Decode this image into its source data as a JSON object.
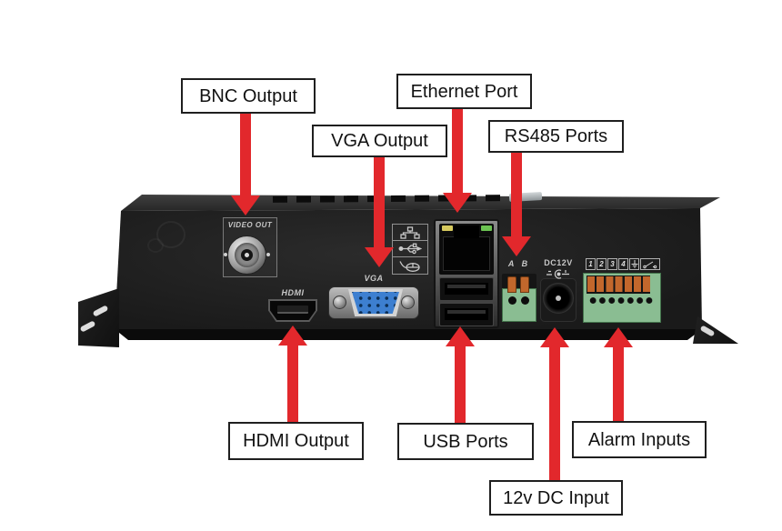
{
  "colors": {
    "background": "#ffffff",
    "arrow": "#e2282c",
    "callout_bg": "#ffffff",
    "callout_border": "#1f1f1f",
    "callout_text": "#111111",
    "terminal_green": "#8abd92",
    "terminal_orange": "#c2672c",
    "vga_blue": "#3d7fd0",
    "led_yellow": "#d6c95e",
    "led_green": "#6cc352"
  },
  "callouts": [
    {
      "id": "bnc-output",
      "text": "BNC Output",
      "direction": "down"
    },
    {
      "id": "vga-output",
      "text": "VGA Output",
      "direction": "down"
    },
    {
      "id": "ethernet-port",
      "text": "Ethernet Port",
      "direction": "down"
    },
    {
      "id": "rs485-ports",
      "text": "RS485 Ports",
      "direction": "down"
    },
    {
      "id": "hdmi-output",
      "text": "HDMI Output",
      "direction": "up"
    },
    {
      "id": "usb-ports",
      "text": "USB Ports",
      "direction": "up"
    },
    {
      "id": "alarm-inputs",
      "text": "Alarm Inputs",
      "direction": "up"
    },
    {
      "id": "dc-input",
      "text": "12v DC Input",
      "direction": "up"
    }
  ],
  "device": {
    "panel_labels": {
      "video_out": "VIDEO OUT",
      "hdmi": "HDMI",
      "vga": "VGA",
      "rs485": "A B",
      "dc": "DC12V"
    },
    "alarm_terminal_numbers": [
      "1",
      "2",
      "3",
      "4"
    ],
    "icons": [
      "network-icon",
      "usb-icon",
      "mouse-icon",
      "ground-icon",
      "relay-icon",
      "dc-polarity-icon"
    ]
  }
}
